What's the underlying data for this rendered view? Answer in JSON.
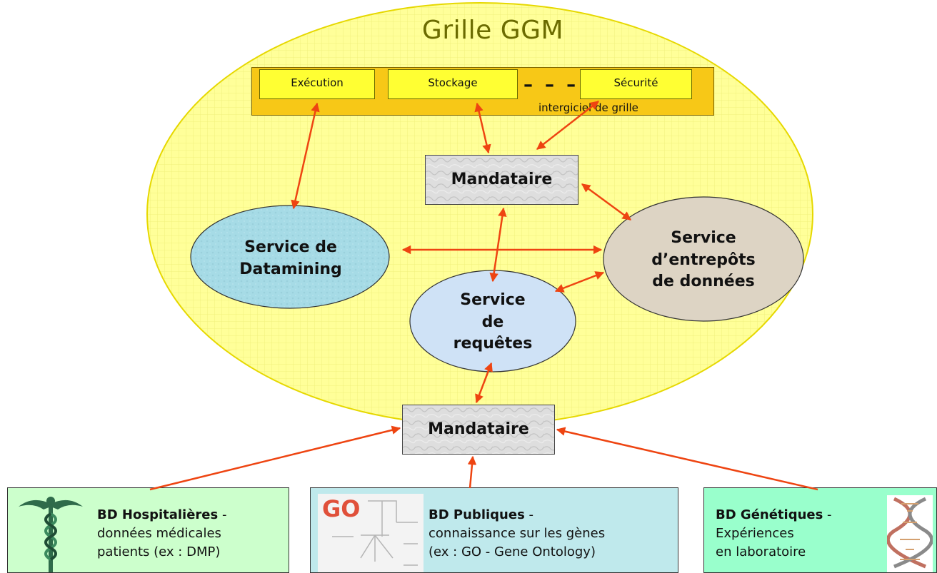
{
  "grid": {
    "title": "Grille GGM"
  },
  "middleware": {
    "boxes": [
      "Exécution",
      "Stockage",
      "Sécurité"
    ],
    "dashes": "– – –",
    "label": "intergiciel de grille"
  },
  "proxy_top": "Mandataire",
  "proxy_bottom": "Mandataire",
  "services": {
    "datamining": [
      "Service de",
      "Datamining"
    ],
    "warehouse": [
      "Service",
      "d’entrepôts",
      "de données"
    ],
    "query": [
      "Service",
      "de",
      "requêtes"
    ]
  },
  "databases": {
    "hospital": {
      "title": "BD Hospitalières",
      "sep": " -",
      "line1": "données médicales",
      "line2": "patients (ex : DMP)"
    },
    "public": {
      "title": "BD Publiques",
      "sep": " -",
      "line1": "connaissance sur les gènes",
      "line2": "(ex : GO - Gene Ontology)",
      "logo": "GO"
    },
    "genetic": {
      "title": "BD Génétiques",
      "sep": " -",
      "line1": "Expériences",
      "line2": "en laboratoire"
    }
  },
  "colors": {
    "ellipse": "#ffff99",
    "arrow": "#ee4411",
    "datamining": "#a6dbe6",
    "warehouse": "#ddd4c4",
    "query": "#cfe2f6",
    "hospital": "#ccffcc",
    "public": "#bfe9ec",
    "genetic": "#99ffcc"
  }
}
